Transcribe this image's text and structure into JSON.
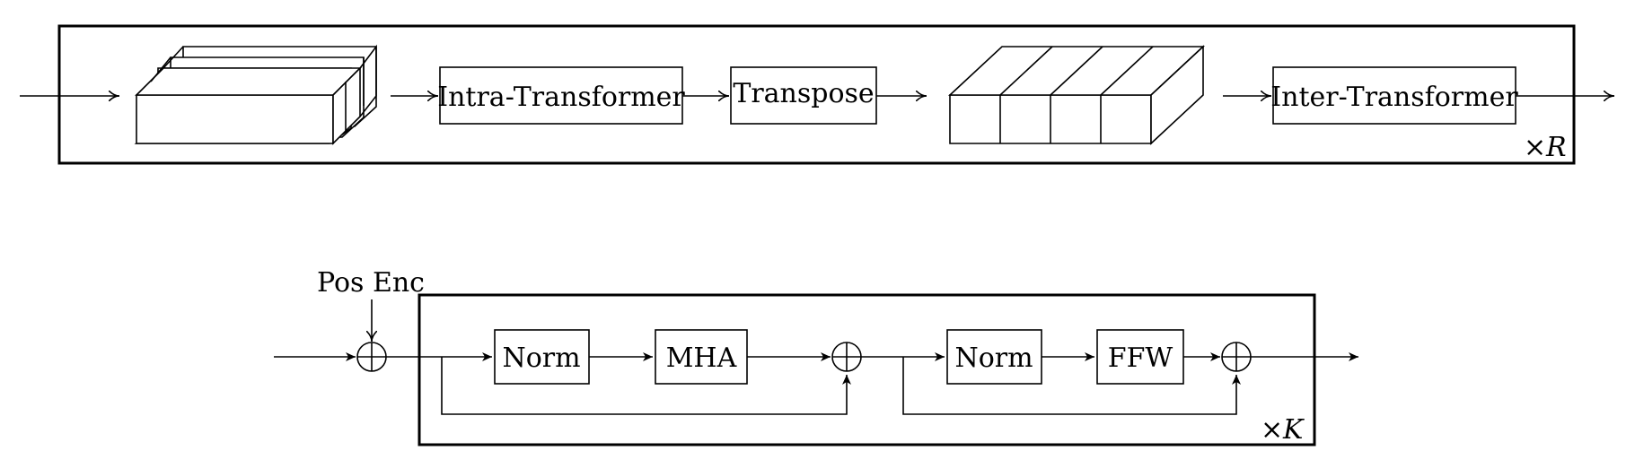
{
  "top_block": {
    "intra_label": "Intra-Transformer",
    "transpose_label": "Transpose",
    "inter_label": "Inter-Transformer",
    "repeat_symbol": "×",
    "repeat_var": "R"
  },
  "bottom_block": {
    "pos_enc_label": "Pos Enc",
    "norm1_label": "Norm",
    "mha_label": "MHA",
    "norm2_label": "Norm",
    "ffw_label": "FFW",
    "repeat_symbol": "×",
    "repeat_var": "K"
  }
}
